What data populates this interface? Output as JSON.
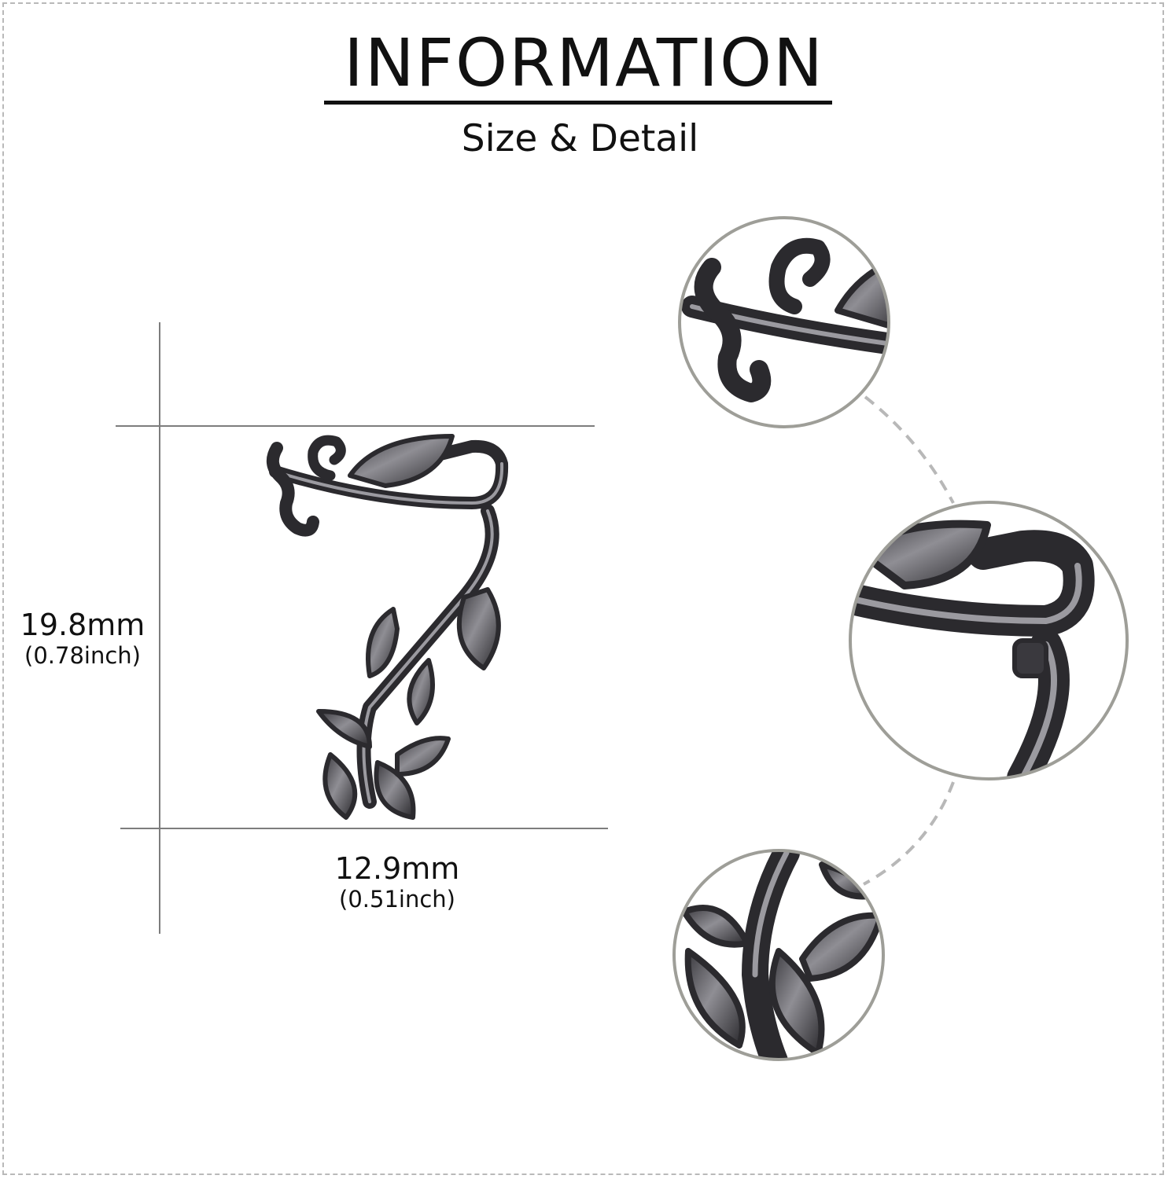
{
  "header": {
    "title": "INFORMATION",
    "subtitle": "Size & Detail"
  },
  "dimensions": {
    "height": {
      "mm": "19.8mm",
      "inch": "(0.78inch)"
    },
    "width": {
      "mm": "12.9mm",
      "inch": "(0.51inch)"
    }
  },
  "colors": {
    "metal": "#2b2a2e",
    "metal_highlight": "#9b9aa0",
    "guide_line": "#7d7d7d",
    "circle_border": "#9e9e98",
    "dashed_connector": "#b8b8b8"
  },
  "detail_views": [
    "top-scroll-detail",
    "cuff-bend-detail",
    "leaf-cluster-detail"
  ]
}
